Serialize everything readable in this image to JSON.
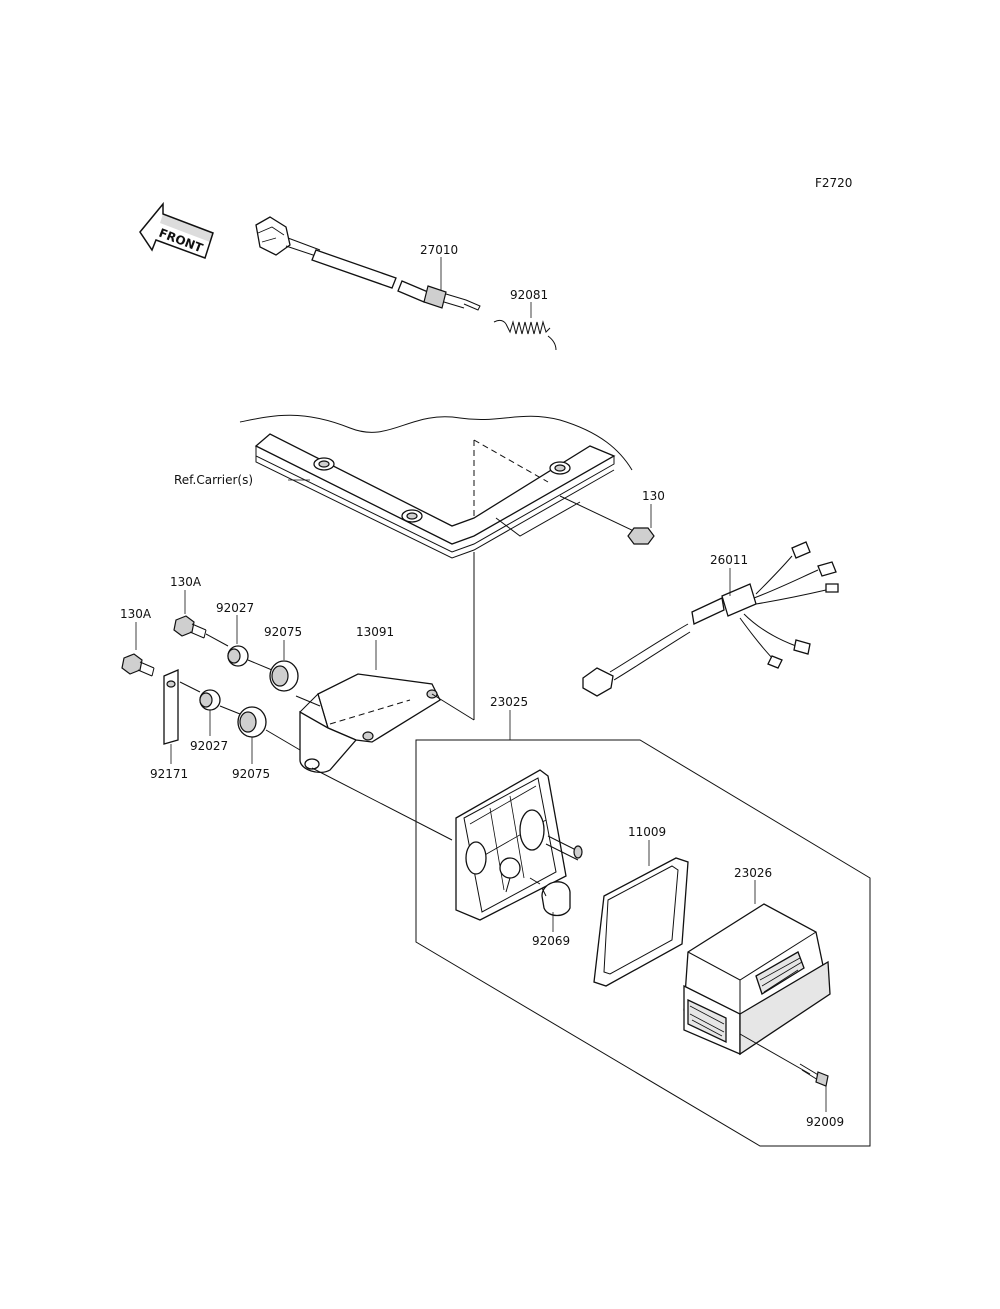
{
  "figure_code": "F2720",
  "front_arrow_text": "FRONT",
  "reference_label": "Ref.Carrier(s)",
  "parts": {
    "p27010": "27010",
    "p92081": "92081",
    "p130": "130",
    "p26011": "26011",
    "p130A_upper": "130A",
    "p130A_lower": "130A",
    "p92027_upper": "92027",
    "p92075_upper": "92075",
    "p13091": "13091",
    "p92027_lower": "92027",
    "p92075_lower": "92075",
    "p92171": "92171",
    "p23025": "23025",
    "p11009": "11009",
    "p23026": "23026",
    "p92069": "92069",
    "p92009": "92009"
  }
}
